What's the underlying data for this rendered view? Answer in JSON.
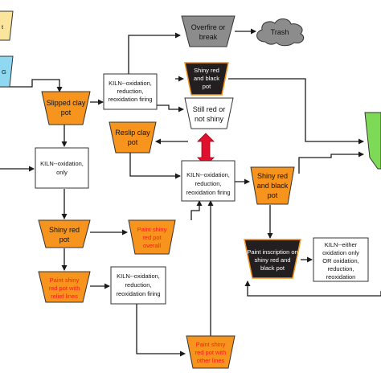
{
  "nodes": {
    "overfire": {
      "label": [
        "Overfire or",
        "break"
      ]
    },
    "trash": {
      "label": [
        "Trash"
      ]
    },
    "kiln_top": {
      "label": [
        "KILN--oxidation,",
        "reduction,",
        "reoxidation firing"
      ]
    },
    "shiny_black_top": {
      "label": [
        "Shiny red",
        "and black",
        "pot"
      ]
    },
    "slipped": {
      "label": [
        "Slipped clay",
        "pot"
      ]
    },
    "still_red": {
      "label": [
        "Still red or",
        "not shiny"
      ]
    },
    "reslip": {
      "label": [
        "Reslip clay",
        "pot"
      ]
    },
    "kiln_only": {
      "label": [
        "KILN--oxidation,",
        "only"
      ]
    },
    "kiln_mid": {
      "label": [
        "KILN--oxidation,",
        "reduction,",
        "reoxidation firing"
      ]
    },
    "shiny_black_mid": {
      "label": [
        "Shiny red",
        "and black",
        "pot"
      ]
    },
    "shiny_red": {
      "label": [
        "Shiny red",
        "pot"
      ]
    },
    "paint_overall": {
      "label": [
        "Paint shiny",
        "red pot",
        "overall"
      ]
    },
    "paint_relief": {
      "label": [
        "Paint shiny",
        "red pot with",
        "relief lines"
      ]
    },
    "kiln_low": {
      "label": [
        "KILN--oxidation,",
        "reduction,",
        "reoxidation firing"
      ]
    },
    "paint_inscription": {
      "label": [
        "Paint inscription on",
        "shiny red and",
        "black pot"
      ]
    },
    "kiln_either": {
      "label": [
        "KILN--either",
        "oxidation only",
        "OR oxidation,",
        "reduction,",
        "reoxidation"
      ]
    },
    "paint_other": {
      "label": [
        "Paint shiny",
        "red pot with",
        "other lines"
      ]
    },
    "left_top": {
      "label": [
        "t"
      ]
    },
    "left_second": {
      "label": [
        "G"
      ]
    }
  },
  "colors": {
    "orange": "#f7941d",
    "dark": "#231f20",
    "gray": "#8c8c8c",
    "cyan": "#8fd8f0",
    "yellow": "#fbe49b",
    "green": "#7ed957",
    "arrow": "#1a1a1a",
    "red_arrow": "#e0102f"
  }
}
